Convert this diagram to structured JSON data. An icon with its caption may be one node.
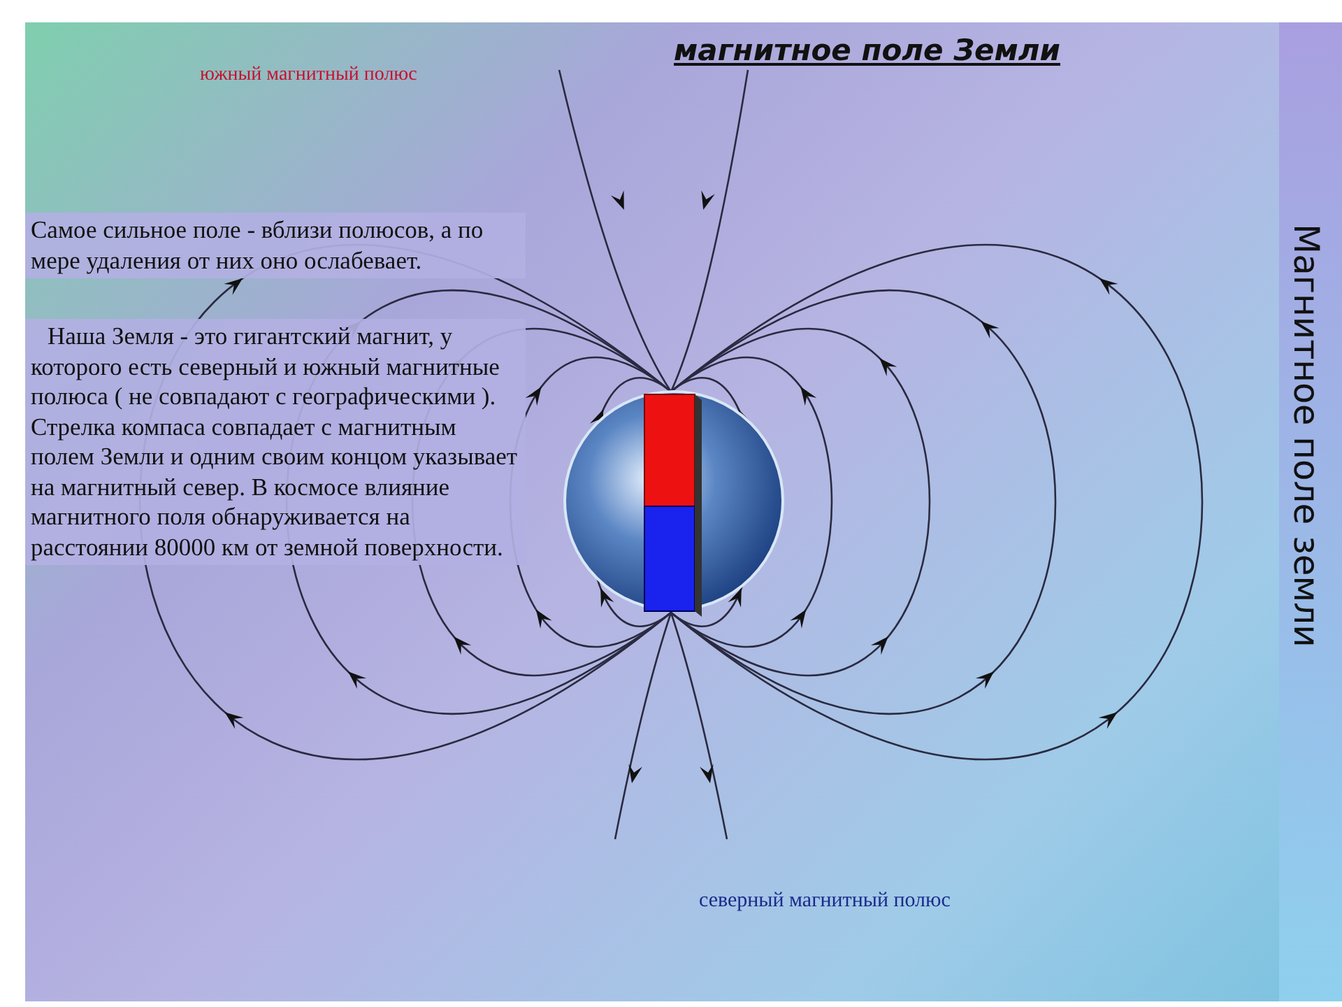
{
  "diagram": {
    "title": "магнитное поле Земли",
    "labels": [
      "южный магнитный полюс",
      "Самое сильное поле - вблизи полюсов, а по мере удаления от них оно ослабевает.",
      "Наша Земля - это гигантский магнит, у которого есть северный и южный магнитные полюса ( не совпадают с географическими ). Стрелка компаса совпадает с магнитным полем Земли и одним своим концом указывает на магнитный север. В космосе влияние магнитного поля обнаруживается на расстоянии 80000 км от земной поверхности.",
      "северный магнитный полюс",
      "Магнитное поле земли"
    ]
  }
}
